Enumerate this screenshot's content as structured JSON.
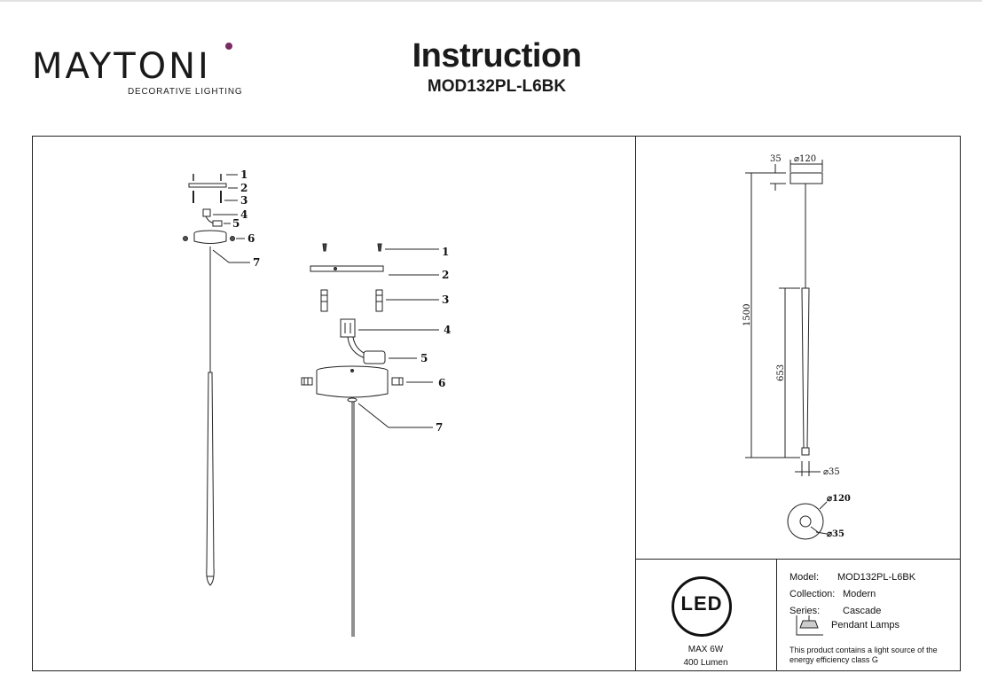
{
  "brand": {
    "name": "MAYTONI",
    "tagline": "DECORATIVE LIGHTING",
    "accent_color": "#7b2a63"
  },
  "header": {
    "title": "Instruction",
    "model": "MOD132PL-L6BK"
  },
  "assembly_callouts": [
    "1",
    "2",
    "3",
    "4",
    "5",
    "6",
    "7"
  ],
  "dimensions": {
    "canopy_height": "35",
    "canopy_diameter": "⌀120",
    "total_length": "1500",
    "shade_length": "653",
    "shade_diameter": "⌀35",
    "top_view_outer": "⌀120",
    "top_view_inner": "⌀35"
  },
  "led_badge": {
    "label": "LED",
    "power": "MAX 6W",
    "lumen": "400 Lumen"
  },
  "specs": {
    "model_label": "Model:",
    "model_value": "MOD132PL-L6BK",
    "collection_label": "Collection:",
    "collection_value": "Modern",
    "series_label": "Series:",
    "series_value": "Cascade",
    "type_icon": "pendant-lamp-icon",
    "type_value": "Pendant Lamps",
    "energy_note": "This product contains a light source of the energy efficiency class G"
  }
}
